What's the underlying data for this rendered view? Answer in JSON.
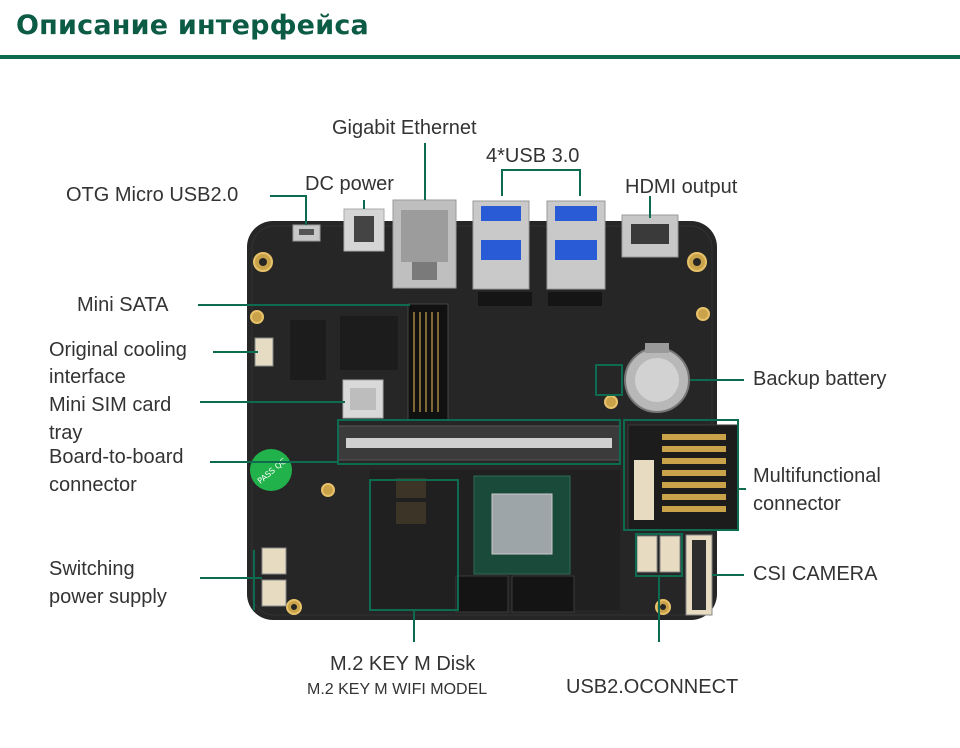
{
  "header": {
    "title": "Описание интерфейса"
  },
  "labels": {
    "gigabit_ethernet": "Gigabit Ethernet",
    "usb30": "4*USB 3.0",
    "dc_power": "DC power",
    "hdmi_output": "HDMI output",
    "otg_micro_usb": "OTG Micro USB2.0",
    "mini_sata": "Mini SATA",
    "cooling_line1": "Original cooling",
    "cooling_line2": "interface",
    "sim_line1": "Mini SIM card",
    "sim_line2": "tray",
    "b2b_line1": "Board-to-board",
    "b2b_line2": "connector",
    "switching_line1": "Switching",
    "switching_line2": "power supply",
    "backup_battery": "Backup battery",
    "multi_line1": "Multifunctional",
    "multi_line2": "connector",
    "csi_camera": "CSI CAMERA",
    "m2_disk": "M.2 KEY M Disk",
    "m2_wifi": "M.2 KEY M WIFI MODEL",
    "usb2_connect": "USB2.OCONNECT"
  },
  "board": {
    "pcb_color": "#262626",
    "accent_color": "#0f6b4f",
    "pass_stamp": "PASS QC"
  }
}
